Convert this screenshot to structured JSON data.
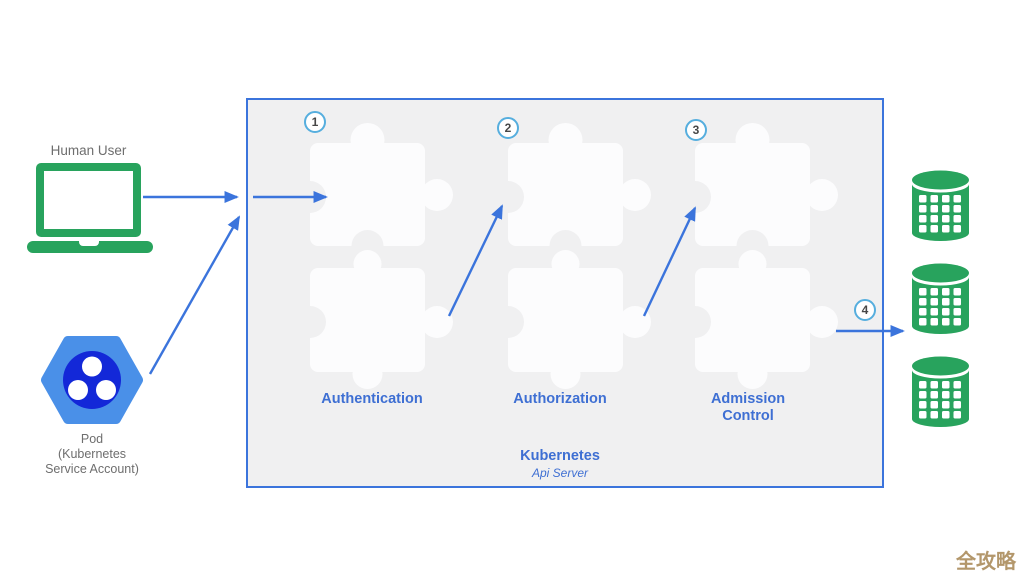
{
  "human_user": {
    "label": "Human User"
  },
  "pod": {
    "lines": [
      "Pod",
      "(Kubernetes",
      "Service Account)"
    ]
  },
  "api_server": {
    "title": "Kubernetes",
    "subtitle": "Api Server",
    "stages": [
      {
        "step": "1",
        "label": "Authentication"
      },
      {
        "step": "2",
        "label": "Authorization"
      },
      {
        "step": "3",
        "label": "Admission",
        "label2": "Control"
      }
    ],
    "output_step": "4"
  },
  "storage": {
    "icon": "database-cylinder-icon",
    "count": 3
  },
  "watermark": "全攻略",
  "colors": {
    "accent_blue": "#3b74dc",
    "label_blue": "#3e6fd3",
    "green": "#28a35d",
    "pod_hex": "#4a90e8",
    "pod_core": "#1328d8",
    "box_bg": "#f0f0f1",
    "step_ring": "#56aede",
    "text_gray": "#6e6e6e",
    "watermark_gold": "#b3976b"
  }
}
